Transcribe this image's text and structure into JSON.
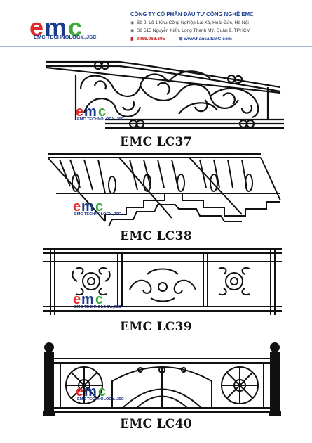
{
  "header": {
    "logo_text": "emc",
    "logo_subtitle": "EMC TECHNOLOGY.,JSC",
    "company_name": "CÔNG TY CỔ PHẦN ĐẦU TƯ CÔNG NGHỆ EMC",
    "address1": "Số 2, Lô 1 Khu Công Nghiệp Lai Xá, Hoài Đức, Hà Nội",
    "address2": "Số 515 Nguyễn Xiển, Long Thạnh Mỹ, Quận 9, TPHCM",
    "phone": "0986.968.695",
    "website": "www.hancatEMC.com"
  },
  "watermark": {
    "logo_text": "emc",
    "subtitle": "EMC TECHNOLOGY.,JSC"
  },
  "designs": [
    {
      "caption": "EMC LC37"
    },
    {
      "caption": "EMC LC38"
    },
    {
      "caption": "EMC LC39"
    },
    {
      "caption": "EMC LC40"
    }
  ],
  "colors": {
    "brand_blue": "#1b3f95",
    "logo_red": "#e02a2a",
    "logo_green": "#3aa93a",
    "logo_navy": "#1a3a8a",
    "iron": "#111111"
  }
}
